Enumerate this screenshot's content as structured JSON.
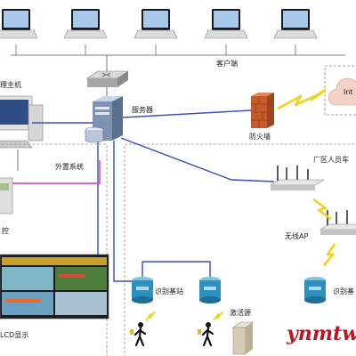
{
  "labels": {
    "clients": "客户端",
    "host_partial": "理主机",
    "server": "服务器",
    "peripheral": "外置系统",
    "firewall": "防火墙",
    "internet_partial": "Int",
    "plant_partial": "厂区人员车",
    "wireless_ap": "无线AP",
    "control_partial": "控",
    "lcd_partial": "LCD显示",
    "base_station_1": "识别基站",
    "base_station_2": "识别基",
    "activator": "激活源"
  },
  "watermark": "ynmtw",
  "colors": {
    "link_blue": "#3a4dbf",
    "link_magenta": "#d23ab4",
    "firewall": "#c65a2a",
    "internet_cloud": "#f3d2c6",
    "lightning": "#f2d31b",
    "base_station": "#2f8fbf",
    "watermark": "#c1121f"
  },
  "icons": [
    "laptop-icon",
    "switch-icon",
    "server-icon",
    "desktop-computer-icon",
    "firewall-icon",
    "cloud-icon",
    "wireless-router-icon",
    "base-station-icon",
    "walking-person-icon",
    "activator-icon",
    "lcd-wall-icon"
  ]
}
